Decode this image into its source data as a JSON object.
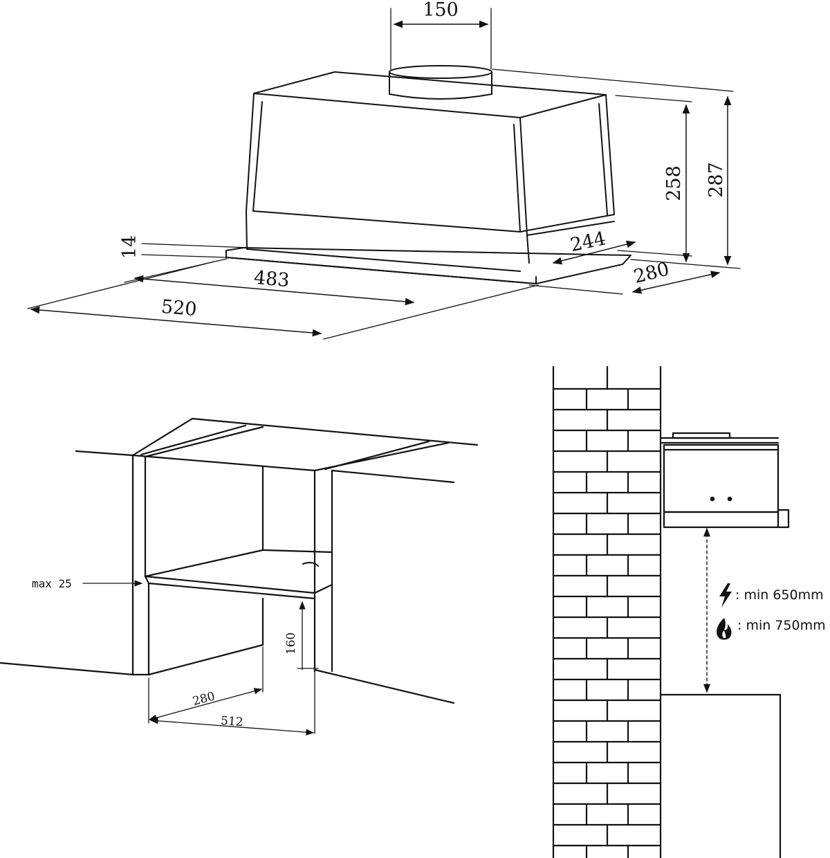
{
  "hood_dimensions": {
    "duct_diameter": "150",
    "body_height": "258",
    "total_height": "287",
    "visor_depth": "244",
    "total_depth": "280",
    "visor_thickness": "14",
    "body_width": "483",
    "total_width": "520"
  },
  "cabinet_cutout": {
    "shelf_thickness": "max 25",
    "clearance_height": "160",
    "depth": "280",
    "width": "512"
  },
  "mounting": {
    "electric_label": ": min 650mm",
    "gas_label": ": min 750mm",
    "electric_icon": "lightning-bolt-icon",
    "gas_icon": "flame-icon"
  },
  "colors": {
    "line": "#111111",
    "background": "#ffffff"
  }
}
